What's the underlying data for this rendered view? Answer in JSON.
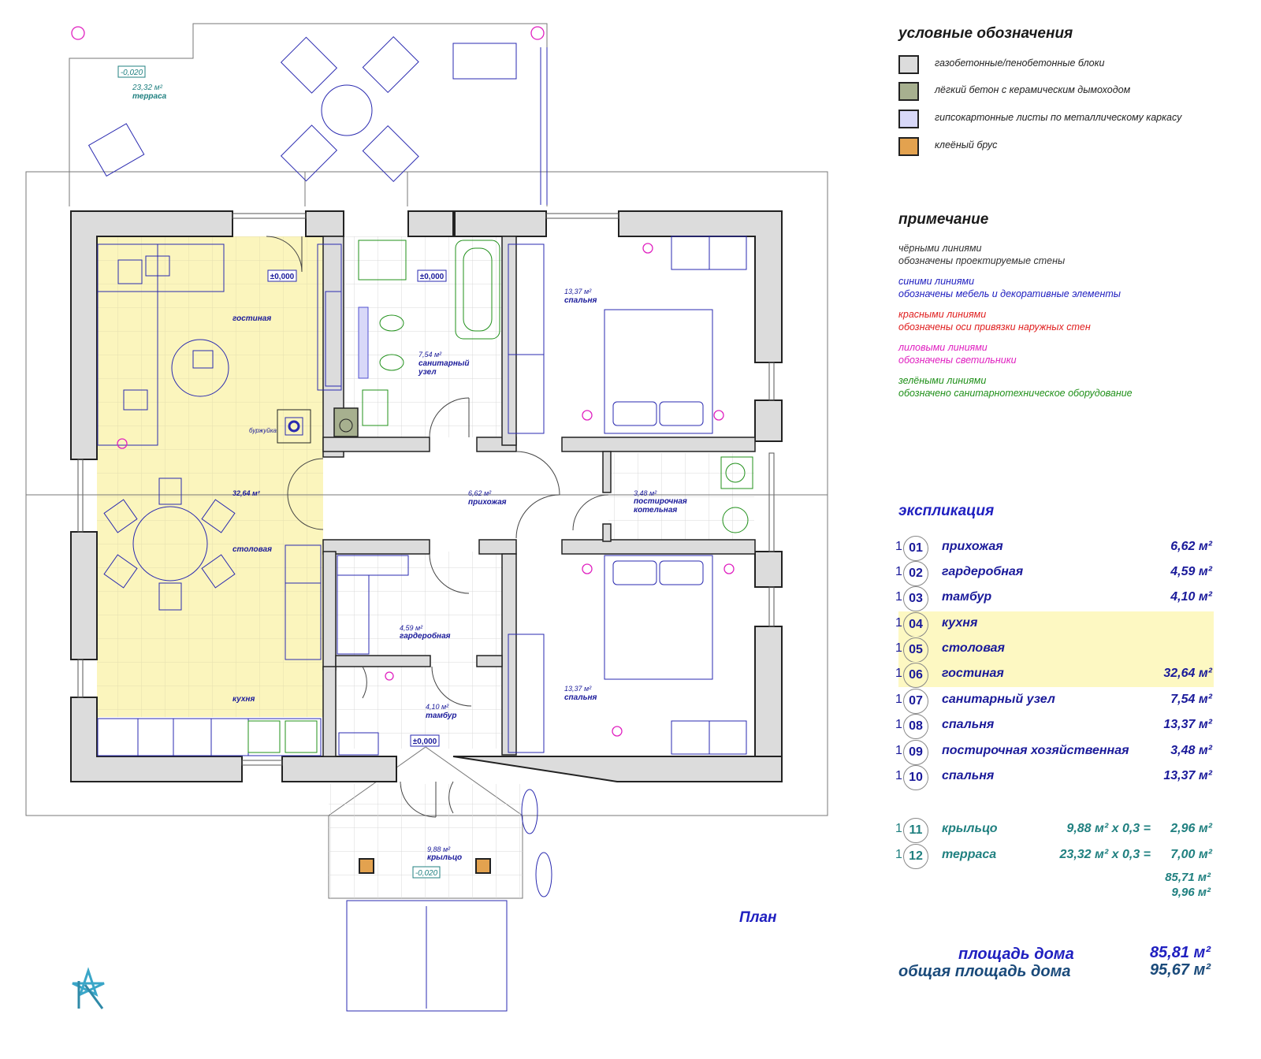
{
  "plan": {
    "title": "План",
    "rooms": {
      "terrace": {
        "area": "23,32 м²",
        "name": "терраса"
      },
      "living": {
        "area": "32,64 м²",
        "name": "гостиная"
      },
      "dining": {
        "name": "столовая"
      },
      "kitchen": {
        "name": "кухня"
      },
      "bath": {
        "area": "7,54 м²",
        "name1": "санитарный",
        "name2": "узел"
      },
      "bedroom1": {
        "area": "13,37 м²",
        "name": "спальня"
      },
      "bedroom2": {
        "area": "13,37 м²",
        "name": "спальня"
      },
      "hall": {
        "area": "6,62 м²",
        "name": "прихожая"
      },
      "boiler": {
        "area": "3,48 м²",
        "name1": "постирочная",
        "name2": "котельная"
      },
      "wardrobe": {
        "area": "4,59 м²",
        "name": "гардеробная"
      },
      "vestibule": {
        "area": "4,10 м²",
        "name": "тамбур"
      },
      "porch": {
        "area": "9,88 м²",
        "name": "крыльцо"
      }
    },
    "levels": {
      "terrace": "-0,020",
      "living": "±0,000",
      "bath": "±0,000",
      "vestibule": "±0,000",
      "porch": "-0,020"
    },
    "stove_label": "буржуйка"
  },
  "legend": {
    "title": "условные обозначения",
    "items": [
      {
        "color": "#dcdcdc",
        "label": "газобетонные/пенобетонные блоки"
      },
      {
        "color": "#a7b08f",
        "label": "лёгкий бетон с керамическим дымоходом"
      },
      {
        "color": "#d8d8f8",
        "label": "гипсокартонные листы по металлическому каркасу"
      },
      {
        "color": "#e3a24f",
        "label": "клеёный брус"
      }
    ]
  },
  "notes": {
    "title": "примечание",
    "items": [
      {
        "l1": "чёрными линиями",
        "l2": "обозначены проектируемые стены",
        "color": "#333333"
      },
      {
        "l1": "синими линиями",
        "l2": "обозначены мебель и декоративные элементы",
        "color": "#2020c0"
      },
      {
        "l1": "красными линиями",
        "l2": "обозначены оси привязки наружных стен",
        "color": "#e02020"
      },
      {
        "l1": "лиловыми линиями",
        "l2": "обозначены светильники",
        "color": "#e020c0"
      },
      {
        "l1": "зелёными линиями",
        "l2": "обозначено санитарнотехническое оборудование",
        "color": "#20901a"
      }
    ]
  },
  "explication": {
    "title": "экспликация",
    "rows": [
      {
        "pre": "1",
        "num": "01",
        "name": "прихожая",
        "area": "6,62 м²"
      },
      {
        "pre": "1",
        "num": "02",
        "name": "гардеробная",
        "area": "4,59 м²"
      },
      {
        "pre": "1",
        "num": "03",
        "name": "тамбур",
        "area": "4,10 м²"
      },
      {
        "pre": "1",
        "num": "04",
        "name": "кухня",
        "area": ""
      },
      {
        "pre": "1",
        "num": "05",
        "name": "столовая",
        "area": ""
      },
      {
        "pre": "1",
        "num": "06",
        "name": "гостиная",
        "area": "32,64 м²"
      },
      {
        "pre": "1",
        "num": "07",
        "name": "санитарный узел",
        "area": "7,54 м²"
      },
      {
        "pre": "1",
        "num": "08",
        "name": "спальня",
        "area": "13,37 м²"
      },
      {
        "pre": "1",
        "num": "09",
        "name": "постирочная хозяйственная",
        "area": "3,48 м²"
      },
      {
        "pre": "1",
        "num": "10",
        "name": "спальня",
        "area": "13,37 м²"
      }
    ],
    "outdoor": [
      {
        "pre": "1",
        "num": "11",
        "name": "крыльцо",
        "formula": "9,88 м² x 0,3 =",
        "area": "2,96 м²"
      },
      {
        "pre": "1",
        "num": "12",
        "name": "терраса",
        "formula": "23,32 м² x 0,3 =",
        "area": "7,00 м²"
      }
    ],
    "subtotal1": "85,71 м²",
    "subtotal2": "9,96 м²",
    "house_area_label": "площадь дома",
    "house_area_value": "85,81 м²",
    "total_area_label": "общая площадь дома",
    "total_area_value": "95,67 м²"
  }
}
